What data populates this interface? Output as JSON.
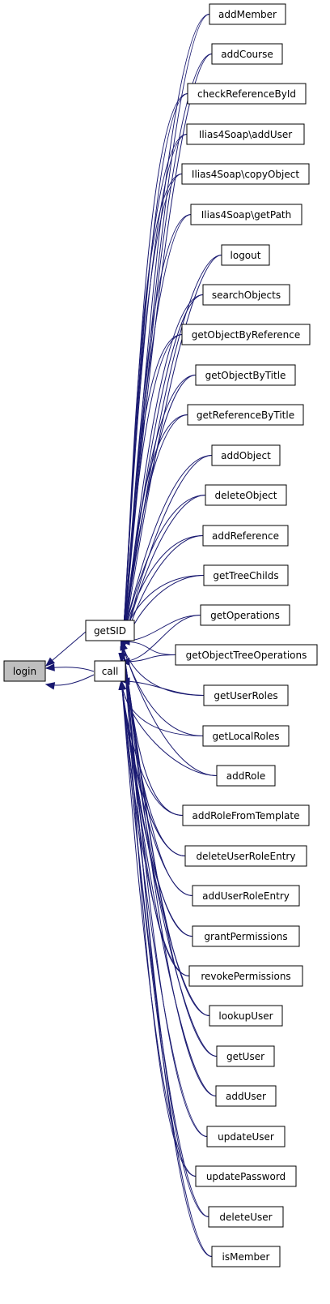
{
  "graph": {
    "root": "login",
    "hub_sid": "getSID",
    "hub_call": "call",
    "callers": [
      "addMember",
      "addCourse",
      "checkReferenceById",
      "Ilias4Soap\\addUser",
      "Ilias4Soap\\copyObject",
      "Ilias4Soap\\getPath",
      "logout",
      "searchObjects",
      "getObjectByReference",
      "getObjectByTitle",
      "getReferenceByTitle",
      "addObject",
      "deleteObject",
      "addReference",
      "getTreeChilds",
      "getOperations",
      "getObjectTreeOperations",
      "getUserRoles",
      "getLocalRoles",
      "addRole",
      "addRoleFromTemplate",
      "deleteUserRoleEntry",
      "addUserRoleEntry",
      "grantPermissions",
      "revokePermissions",
      "lookupUser",
      "getUser",
      "addUser",
      "updateUser",
      "updatePassword",
      "deleteUser",
      "isMember"
    ]
  },
  "colors": {
    "edge": "#191970",
    "root_fill": "#bfbfbf",
    "node_fill": "#ffffff",
    "border": "#000000"
  }
}
